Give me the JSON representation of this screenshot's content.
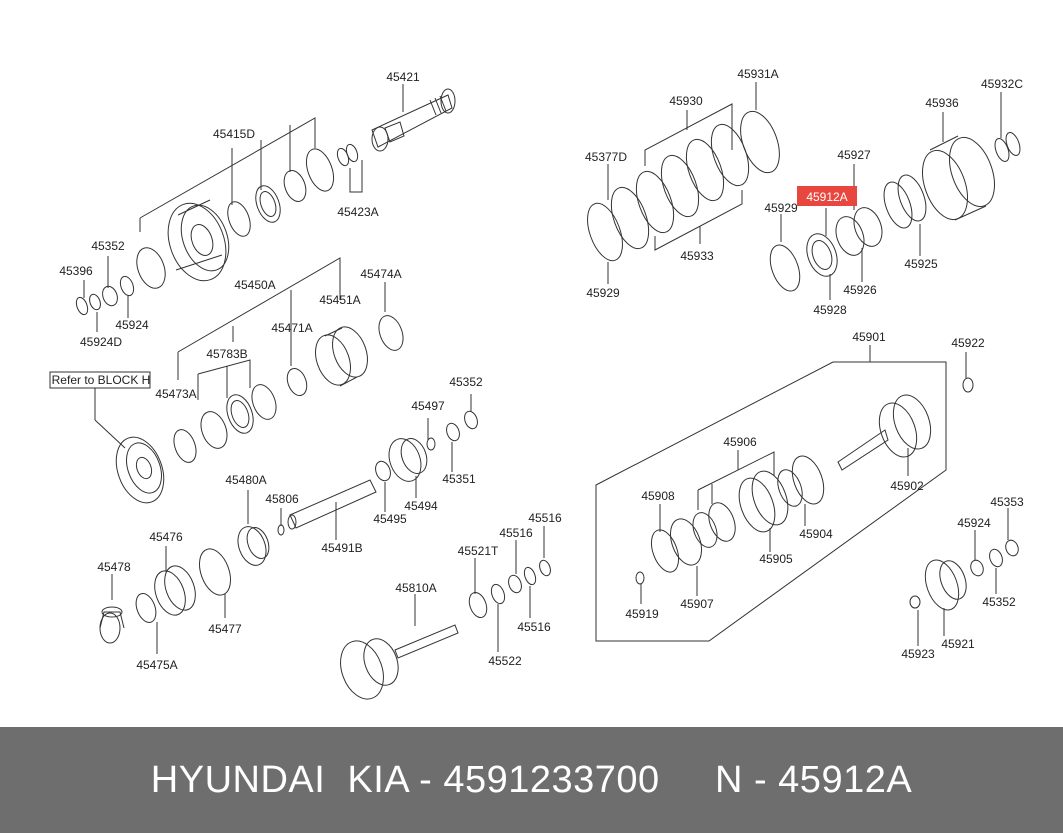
{
  "diagram": {
    "highlight_color": "#e8473f",
    "highlighted_part": "45912A",
    "callout_box": "Refer to BLOCK H",
    "labels": [
      {
        "id": "p45421",
        "text": "45421"
      },
      {
        "id": "p45415D",
        "text": "45415D"
      },
      {
        "id": "p45423A",
        "text": "45423A"
      },
      {
        "id": "p45352a",
        "text": "45352"
      },
      {
        "id": "p45396",
        "text": "45396"
      },
      {
        "id": "p45924a",
        "text": "45924"
      },
      {
        "id": "p45924D",
        "text": "45924D"
      },
      {
        "id": "p45450A",
        "text": "45450A"
      },
      {
        "id": "p45474A",
        "text": "45474A"
      },
      {
        "id": "p45451A",
        "text": "45451A"
      },
      {
        "id": "p45471A",
        "text": "45471A"
      },
      {
        "id": "p45783B",
        "text": "45783B"
      },
      {
        "id": "p45473A",
        "text": "45473A"
      },
      {
        "id": "p45352b",
        "text": "45352"
      },
      {
        "id": "p45497",
        "text": "45497"
      },
      {
        "id": "p45351",
        "text": "45351"
      },
      {
        "id": "p45494",
        "text": "45494"
      },
      {
        "id": "p45495",
        "text": "45495"
      },
      {
        "id": "p45480A",
        "text": "45480A"
      },
      {
        "id": "p45806",
        "text": "45806"
      },
      {
        "id": "p45491B",
        "text": "45491B"
      },
      {
        "id": "p45476",
        "text": "45476"
      },
      {
        "id": "p45478",
        "text": "45478"
      },
      {
        "id": "p45477",
        "text": "45477"
      },
      {
        "id": "p45475A",
        "text": "45475A"
      },
      {
        "id": "p45810A",
        "text": "45810A"
      },
      {
        "id": "p45521T",
        "text": "45521T"
      },
      {
        "id": "p45516a",
        "text": "45516"
      },
      {
        "id": "p45516b",
        "text": "45516"
      },
      {
        "id": "p45516c",
        "text": "45516"
      },
      {
        "id": "p45522",
        "text": "45522"
      },
      {
        "id": "p45931A",
        "text": "45931A"
      },
      {
        "id": "p45930",
        "text": "45930"
      },
      {
        "id": "p45377D",
        "text": "45377D"
      },
      {
        "id": "p45933",
        "text": "45933"
      },
      {
        "id": "p45929a",
        "text": "45929"
      },
      {
        "id": "p45927",
        "text": "45927"
      },
      {
        "id": "p45929b",
        "text": "45929"
      },
      {
        "id": "p45926",
        "text": "45926"
      },
      {
        "id": "p45928",
        "text": "45928"
      },
      {
        "id": "p45936",
        "text": "45936"
      },
      {
        "id": "p45932C",
        "text": "45932C"
      },
      {
        "id": "p45925",
        "text": "45925"
      },
      {
        "id": "p45901",
        "text": "45901"
      },
      {
        "id": "p45922",
        "text": "45922"
      },
      {
        "id": "p45906",
        "text": "45906"
      },
      {
        "id": "p45908",
        "text": "45908"
      },
      {
        "id": "p45902",
        "text": "45902"
      },
      {
        "id": "p45904",
        "text": "45904"
      },
      {
        "id": "p45905",
        "text": "45905"
      },
      {
        "id": "p45919",
        "text": "45919"
      },
      {
        "id": "p45907",
        "text": "45907"
      },
      {
        "id": "p45924b",
        "text": "45924"
      },
      {
        "id": "p45353",
        "text": "45353"
      },
      {
        "id": "p45352c",
        "text": "45352"
      },
      {
        "id": "p45921",
        "text": "45921"
      },
      {
        "id": "p45923",
        "text": "45923"
      }
    ]
  },
  "footer": {
    "text": "HYUNDAI  KIA - 4591233700     N - 45912A"
  }
}
